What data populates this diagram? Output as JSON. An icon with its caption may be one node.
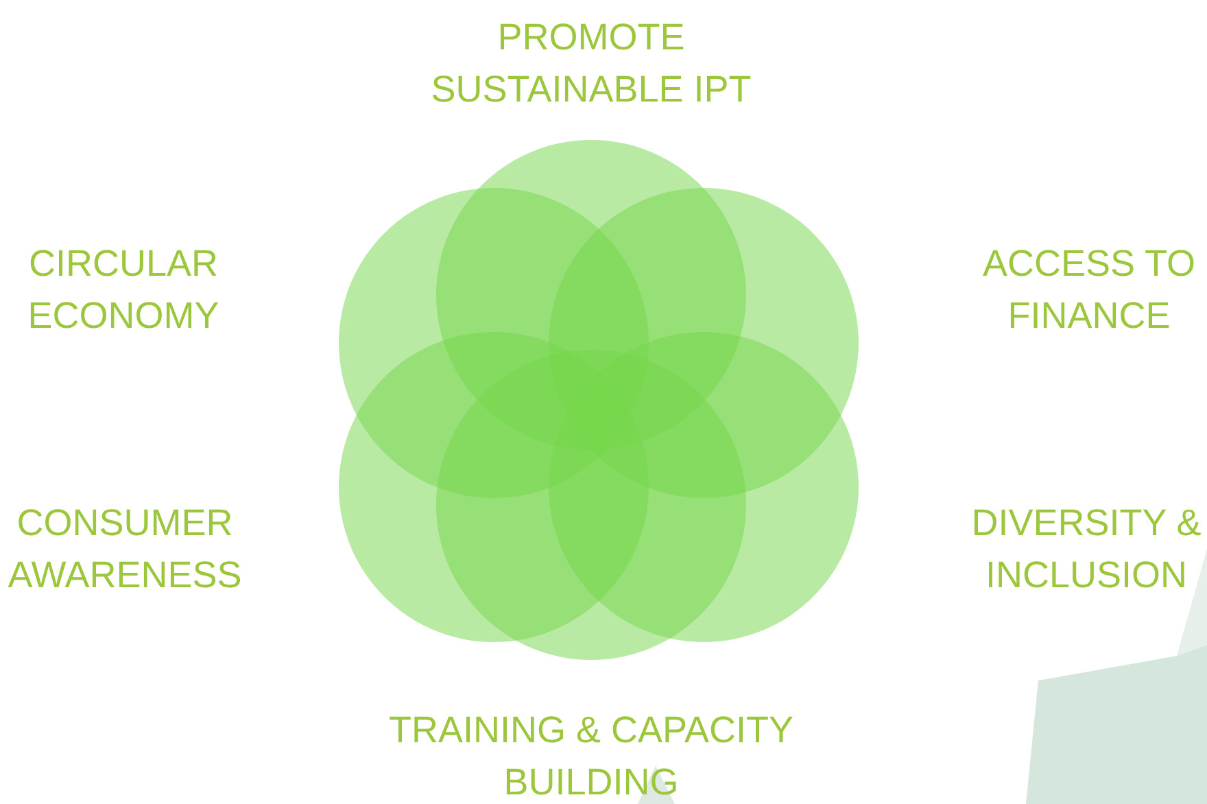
{
  "diagram": {
    "nodes": [
      {
        "text": [
          "PROMOTE SUSTAINABLE IPT"
        ]
      },
      {
        "text": [
          "CIRCULAR ECONOMY"
        ]
      },
      {
        "text": [
          "ACCESS TO FINANCE"
        ]
      },
      {
        "text": [
          "CONSUMER AWARENESS"
        ]
      },
      {
        "text": [
          "DIVERSITY & INCLUSION"
        ]
      },
      {
        "text": [
          "TRAINING & CAPACITY BUILDING"
        ]
      }
    ]
  }
}
